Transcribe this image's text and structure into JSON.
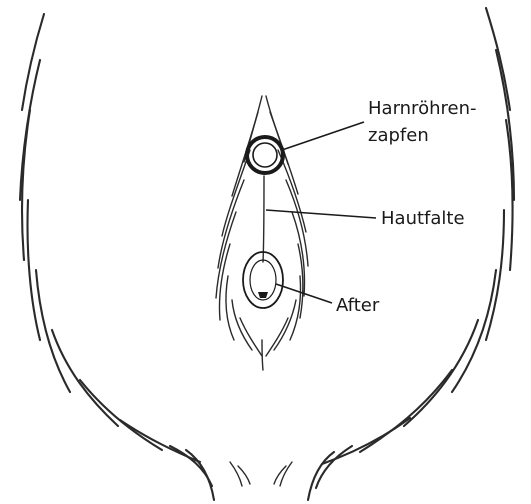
{
  "labels": {
    "urethral_line1": "Harnröhren-",
    "urethral_line2": "zapfen",
    "skin_fold": "Hautfalte",
    "anus": "After"
  }
}
